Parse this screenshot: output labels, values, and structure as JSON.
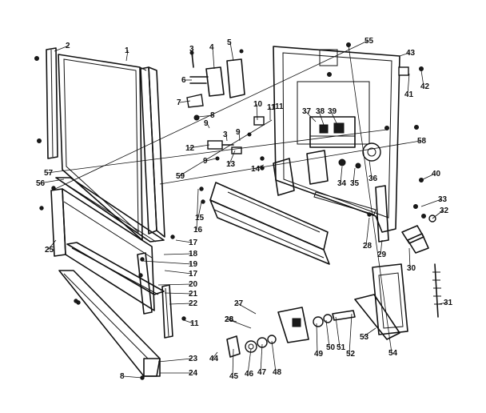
{
  "callouts": [
    {
      "label": "1"
    },
    {
      "label": "2"
    },
    {
      "label": "3"
    },
    {
      "label": "4"
    },
    {
      "label": "5"
    },
    {
      "label": "6"
    },
    {
      "label": "7"
    },
    {
      "label": "8"
    },
    {
      "label": "9"
    },
    {
      "label": "10"
    },
    {
      "label": "11"
    },
    {
      "label": "3"
    },
    {
      "label": "9"
    },
    {
      "label": "12"
    },
    {
      "label": "9"
    },
    {
      "label": "13"
    },
    {
      "label": "14"
    },
    {
      "label": "15"
    },
    {
      "label": "16"
    },
    {
      "label": "17"
    },
    {
      "label": "18"
    },
    {
      "label": "19"
    },
    {
      "label": "17"
    },
    {
      "label": "20"
    },
    {
      "label": "21"
    },
    {
      "label": "22"
    },
    {
      "label": "11"
    },
    {
      "label": "23"
    },
    {
      "label": "24"
    },
    {
      "label": "8"
    },
    {
      "label": "25"
    },
    {
      "label": "26"
    },
    {
      "label": "27"
    },
    {
      "label": "28"
    },
    {
      "label": "28"
    },
    {
      "label": "29"
    },
    {
      "label": "30"
    },
    {
      "label": "31"
    },
    {
      "label": "32"
    },
    {
      "label": "33"
    },
    {
      "label": "34"
    },
    {
      "label": "35"
    },
    {
      "label": "36"
    },
    {
      "label": "37"
    },
    {
      "label": "38"
    },
    {
      "label": "39"
    },
    {
      "label": "40"
    },
    {
      "label": "41"
    },
    {
      "label": "42"
    },
    {
      "label": "43"
    },
    {
      "label": "44"
    },
    {
      "label": "45"
    },
    {
      "label": "46"
    },
    {
      "label": "47"
    },
    {
      "label": "48"
    },
    {
      "label": "49"
    },
    {
      "label": "50"
    },
    {
      "label": "51"
    },
    {
      "label": "52"
    },
    {
      "label": "53"
    },
    {
      "label": "54"
    },
    {
      "label": "55"
    },
    {
      "label": "56"
    },
    {
      "label": "57"
    },
    {
      "label": "58"
    },
    {
      "label": "59"
    },
    {
      "label": "11"
    }
  ]
}
